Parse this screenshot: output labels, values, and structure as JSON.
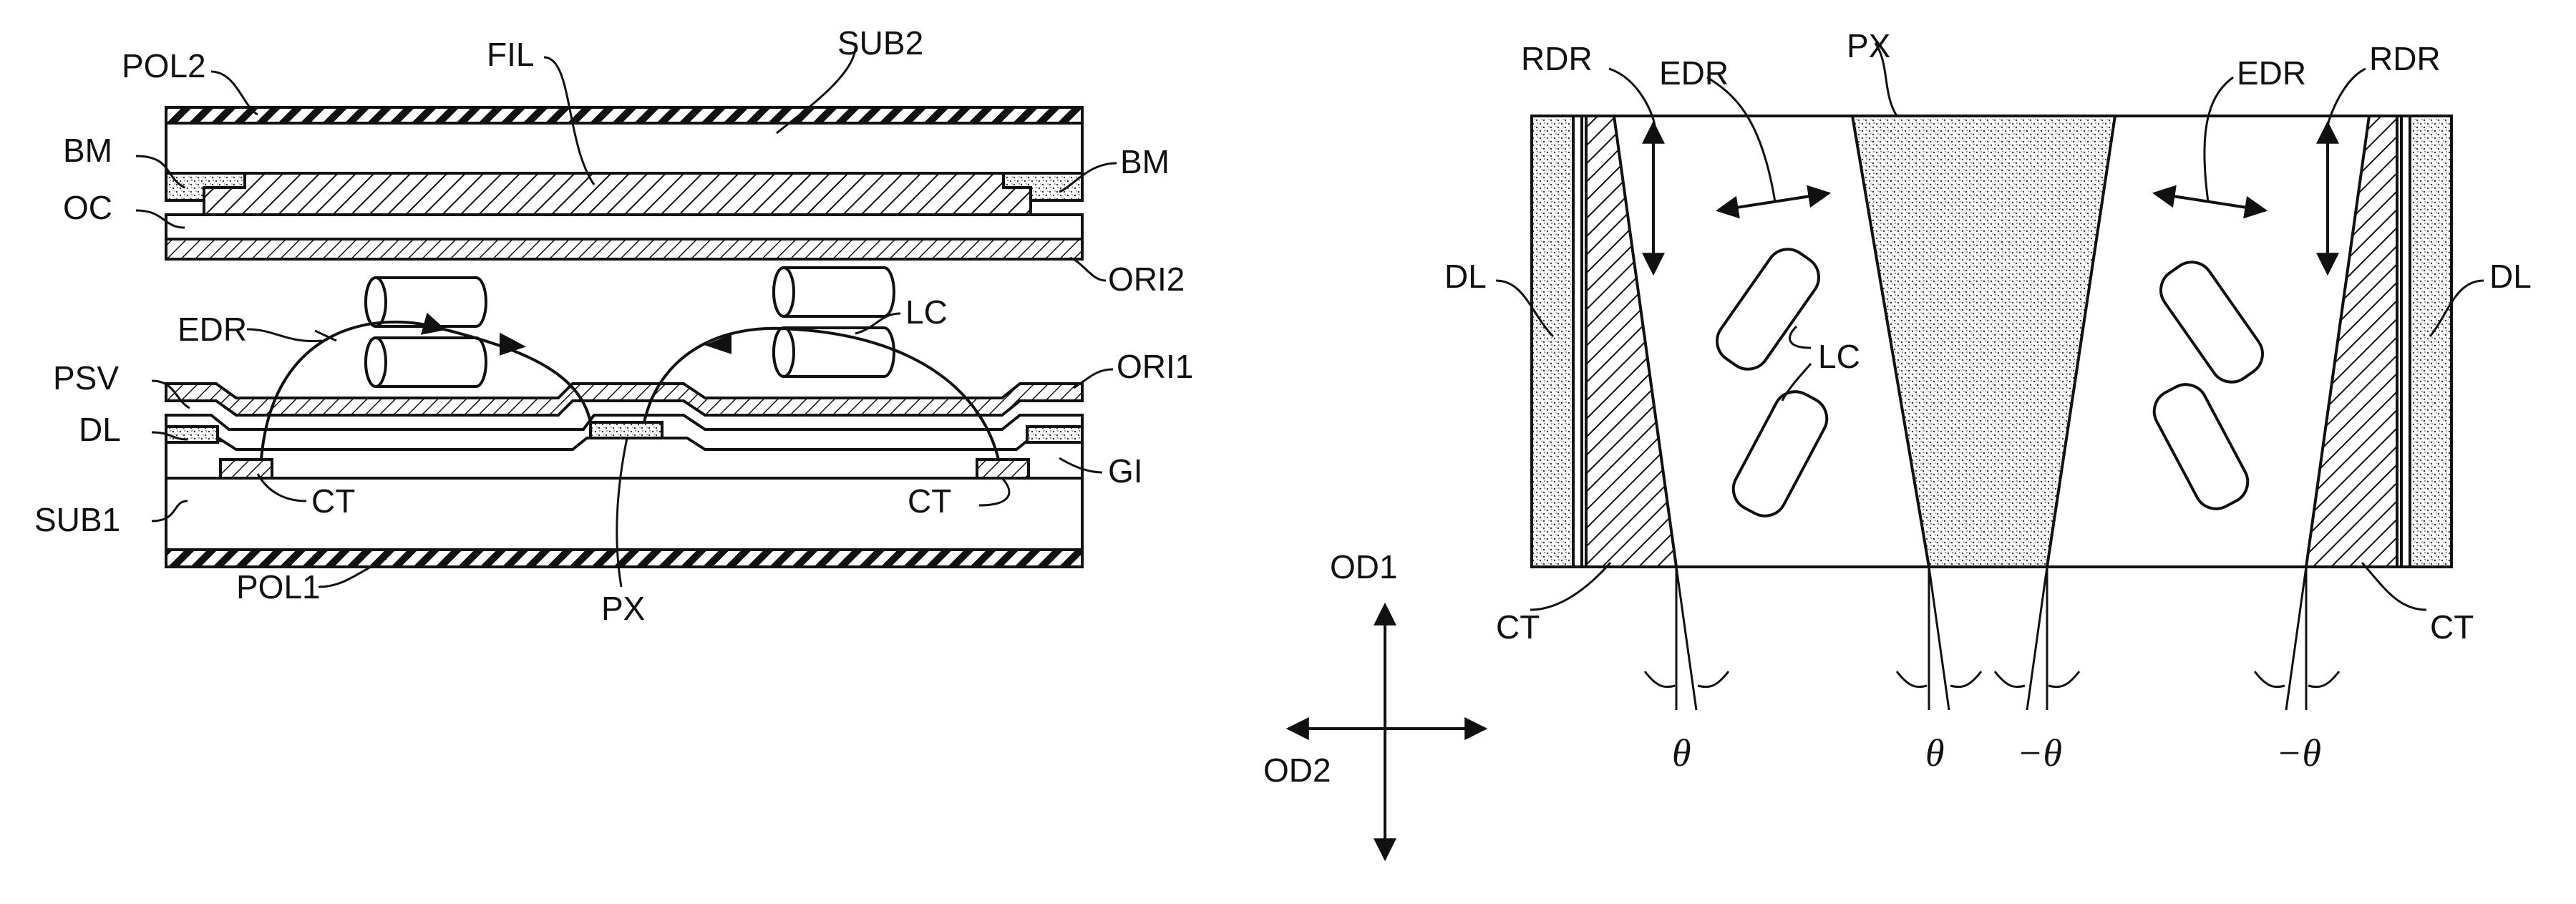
{
  "left_figure": {
    "labels": {
      "pol2": "POL2",
      "fil": "FIL",
      "sub2": "SUB2",
      "bm_left": "BM",
      "bm_right": "BM",
      "oc": "OC",
      "ori2": "ORI2",
      "lc": "LC",
      "edr": "EDR",
      "psv": "PSV",
      "ori1": "ORI1",
      "dl": "DL",
      "gi": "GI",
      "ct_left": "CT",
      "ct_right": "CT",
      "sub1": "SUB1",
      "pol1": "POL1",
      "px": "PX"
    }
  },
  "right_figure": {
    "labels": {
      "rdr_left": "RDR",
      "edr_left": "EDR",
      "px": "PX",
      "edr_right": "EDR",
      "rdr_right": "RDR",
      "dl_left": "DL",
      "lc": "LC",
      "dl_right": "DL",
      "ct_left": "CT",
      "ct_right": "CT",
      "theta_1": "θ",
      "theta_2": "θ",
      "theta_3": "−θ",
      "theta_4": "−θ"
    }
  },
  "axes": {
    "od1": "OD1",
    "od2": "OD2"
  }
}
